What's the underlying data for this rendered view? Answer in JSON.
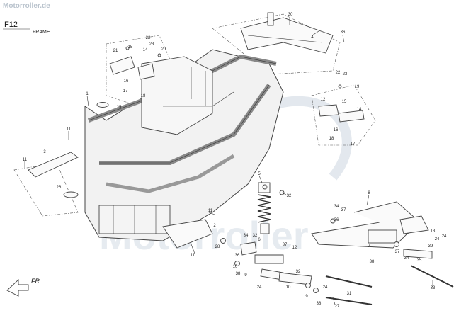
{
  "header": {
    "code": "F12",
    "title": "FRAME",
    "watermark_site": "Motorroller.de",
    "watermark_center": "Motorroller",
    "direction_label": "FR"
  },
  "callouts": [
    {
      "id": "c30",
      "text": "30"
    },
    {
      "id": "c4a",
      "text": "4"
    },
    {
      "id": "c36a",
      "text": "36"
    },
    {
      "id": "c22a",
      "text": "22"
    },
    {
      "id": "c21",
      "text": "21"
    },
    {
      "id": "c15a",
      "text": "15"
    },
    {
      "id": "c23a",
      "text": "23"
    },
    {
      "id": "c14a",
      "text": "14"
    },
    {
      "id": "c20",
      "text": "20"
    },
    {
      "id": "c16a",
      "text": "16"
    },
    {
      "id": "c17a",
      "text": "17"
    },
    {
      "id": "c18a",
      "text": "18"
    },
    {
      "id": "c22b",
      "text": "22"
    },
    {
      "id": "c23b",
      "text": "23"
    },
    {
      "id": "c19",
      "text": "19"
    },
    {
      "id": "c12a",
      "text": "12"
    },
    {
      "id": "c15b",
      "text": "15"
    },
    {
      "id": "c14b",
      "text": "14"
    },
    {
      "id": "c16b",
      "text": "16"
    },
    {
      "id": "c18b",
      "text": "18"
    },
    {
      "id": "c17b",
      "text": "17"
    },
    {
      "id": "c1",
      "text": "1"
    },
    {
      "id": "c25a",
      "text": "25"
    },
    {
      "id": "c11a",
      "text": "11"
    },
    {
      "id": "c3",
      "text": "3"
    },
    {
      "id": "c11b",
      "text": "11"
    },
    {
      "id": "c26",
      "text": "26"
    },
    {
      "id": "c5",
      "text": "5"
    },
    {
      "id": "c32a",
      "text": "32"
    },
    {
      "id": "c8",
      "text": "8"
    },
    {
      "id": "c37a",
      "text": "37"
    },
    {
      "id": "c34a",
      "text": "34"
    },
    {
      "id": "c11c",
      "text": "11"
    },
    {
      "id": "c2",
      "text": "2"
    },
    {
      "id": "c11d",
      "text": "11"
    },
    {
      "id": "c28",
      "text": "28"
    },
    {
      "id": "c34b",
      "text": "34"
    },
    {
      "id": "c32b",
      "text": "32"
    },
    {
      "id": "c36b",
      "text": "36"
    },
    {
      "id": "c12b",
      "text": "12"
    },
    {
      "id": "c37b",
      "text": "37"
    },
    {
      "id": "c38a",
      "text": "38"
    },
    {
      "id": "c7",
      "text": "7"
    },
    {
      "id": "c13",
      "text": "13"
    },
    {
      "id": "c35",
      "text": "35"
    },
    {
      "id": "c37c",
      "text": "37"
    },
    {
      "id": "c34c",
      "text": "34"
    },
    {
      "id": "c24a",
      "text": "24"
    },
    {
      "id": "c24b",
      "text": "24"
    },
    {
      "id": "c39",
      "text": "39"
    },
    {
      "id": "c10a",
      "text": "10"
    },
    {
      "id": "c9a",
      "text": "9"
    },
    {
      "id": "c38b",
      "text": "38"
    },
    {
      "id": "c32c",
      "text": "32"
    },
    {
      "id": "c33",
      "text": "33"
    },
    {
      "id": "c24c",
      "text": "24"
    },
    {
      "id": "c10b",
      "text": "10"
    },
    {
      "id": "c24d",
      "text": "24"
    },
    {
      "id": "c9b",
      "text": "9"
    },
    {
      "id": "c31",
      "text": "31"
    },
    {
      "id": "c38c",
      "text": "38"
    },
    {
      "id": "c27",
      "text": "27"
    },
    {
      "id": "c6",
      "text": "6"
    },
    {
      "id": "c36c",
      "text": "36"
    }
  ]
}
